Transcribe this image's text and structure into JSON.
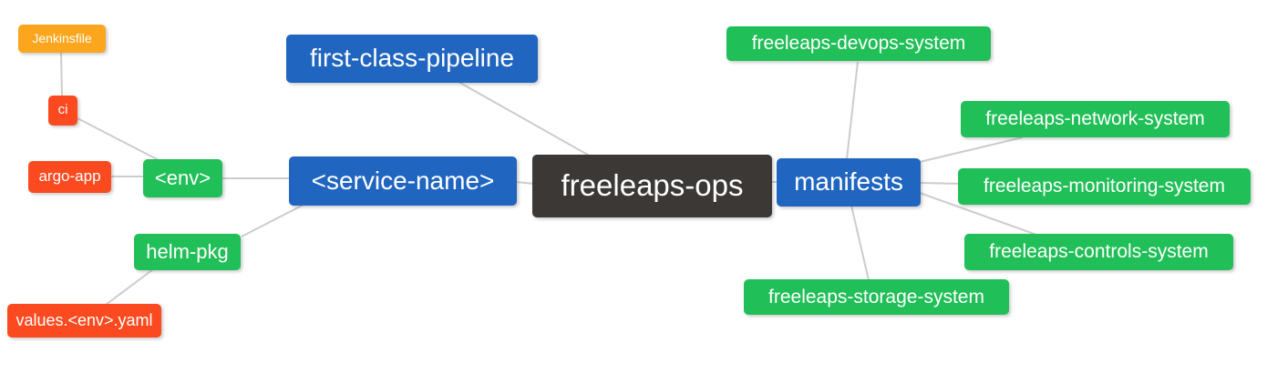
{
  "diagram": {
    "type": "mindmap",
    "root_label": "freeleaps-ops",
    "palette": {
      "blue": "#2065bf",
      "green": "#21bf58",
      "orange": "#fba61c",
      "red_orange": "#fb4a1f",
      "dark": "#3b3836",
      "edge_gray": "#cccccc",
      "node_text": "#ffffff",
      "background": "#ffffff"
    },
    "nodes": [
      {
        "id": "jenkinsfile",
        "label": "Jenkinsfile",
        "color": "orange"
      },
      {
        "id": "ci",
        "label": "ci",
        "color": "red_orange"
      },
      {
        "id": "argo-app",
        "label": "argo-app",
        "color": "red_orange"
      },
      {
        "id": "env",
        "label": "<env>",
        "color": "green"
      },
      {
        "id": "helm-pkg",
        "label": "helm-pkg",
        "color": "green"
      },
      {
        "id": "values-env-yaml",
        "label": "values.<env>.yaml",
        "color": "red_orange"
      },
      {
        "id": "first-class-pipeline",
        "label": "first-class-pipeline",
        "color": "blue"
      },
      {
        "id": "service-name",
        "label": "<service-name>",
        "color": "blue"
      },
      {
        "id": "freeleaps-ops",
        "label": "freeleaps-ops",
        "color": "dark"
      },
      {
        "id": "manifests",
        "label": "manifests",
        "color": "blue"
      },
      {
        "id": "freeleaps-devops-system",
        "label": "freeleaps-devops-system",
        "color": "green"
      },
      {
        "id": "freeleaps-network-system",
        "label": "freeleaps-network-system",
        "color": "green"
      },
      {
        "id": "freeleaps-monitoring-system",
        "label": "freeleaps-monitoring-system",
        "color": "green"
      },
      {
        "id": "freeleaps-controls-system",
        "label": "freeleaps-controls-system",
        "color": "green"
      },
      {
        "id": "freeleaps-storage-system",
        "label": "freeleaps-storage-system",
        "color": "green"
      }
    ],
    "edges": [
      [
        "jenkinsfile",
        "ci"
      ],
      [
        "ci",
        "env"
      ],
      [
        "argo-app",
        "env"
      ],
      [
        "env",
        "service-name"
      ],
      [
        "service-name",
        "helm-pkg"
      ],
      [
        "helm-pkg",
        "values-env-yaml"
      ],
      [
        "first-class-pipeline",
        "freeleaps-ops"
      ],
      [
        "service-name",
        "freeleaps-ops"
      ],
      [
        "freeleaps-ops",
        "manifests"
      ],
      [
        "manifests",
        "freeleaps-devops-system"
      ],
      [
        "manifests",
        "freeleaps-network-system"
      ],
      [
        "manifests",
        "freeleaps-monitoring-system"
      ],
      [
        "manifests",
        "freeleaps-controls-system"
      ],
      [
        "manifests",
        "freeleaps-storage-system"
      ]
    ]
  }
}
